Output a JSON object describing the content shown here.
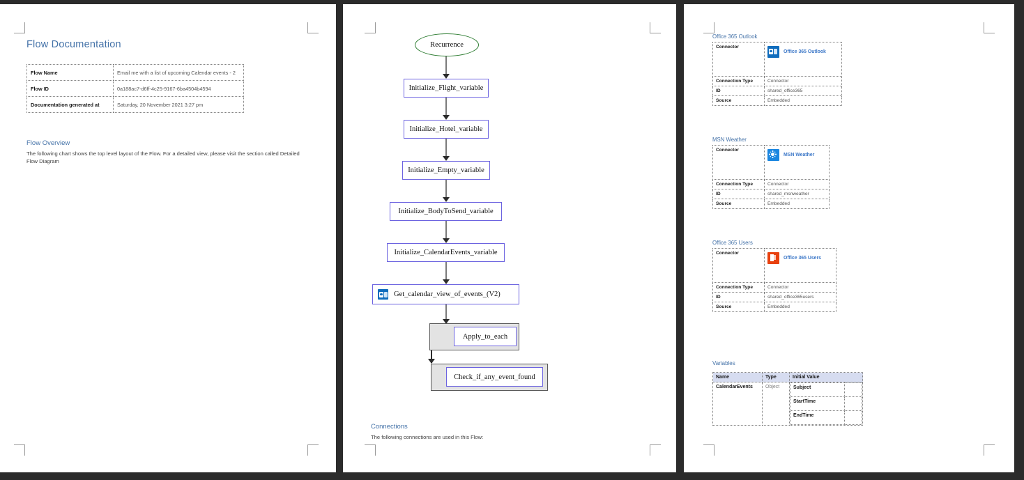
{
  "page1": {
    "title": "Flow Documentation",
    "info_table": [
      {
        "key": "Flow Name",
        "value": "Email me with a list of upcoming Calendar events - 2"
      },
      {
        "key": "Flow ID",
        "value": "0a188ac7-d6ff-4c25-9167-6ba4504b4594"
      },
      {
        "key": "Documentation generated at",
        "value": "Saturday, 20 November 2021 3:27 pm"
      }
    ],
    "overview_heading": "Flow Overview",
    "overview_text": "The following chart shows the top level layout of the Flow. For a detailed view, please visit the section called Detailed Flow Diagram"
  },
  "page2": {
    "flow_nodes": [
      {
        "label": "Recurrence",
        "shape": "oval",
        "color": "#2e7d32"
      },
      {
        "label": "Initialize_Flight_variable",
        "shape": "box"
      },
      {
        "label": "Initialize_Hotel_variable",
        "shape": "box"
      },
      {
        "label": "Initialize_Empty_variable",
        "shape": "box"
      },
      {
        "label": "Initialize_BodyToSend_variable",
        "shape": "box"
      },
      {
        "label": "Initialize_CalendarEvents_variable",
        "shape": "box"
      },
      {
        "label": "Get_calendar_view_of_events_(V2)",
        "shape": "box",
        "icon": "office-365-outlook-icon"
      },
      {
        "label": "Apply_to_each",
        "shape": "scope"
      },
      {
        "label": "Check_if_any_event_found",
        "shape": "scope"
      }
    ],
    "connections_heading": "Connections",
    "connections_text": "The following connections are used in this Flow:"
  },
  "page3": {
    "connections": [
      {
        "caption": "Office 365 Outlook",
        "logo_label": "Office 365 Outlook",
        "icon": "office-365-outlook-icon",
        "rows": [
          {
            "key": "Connector",
            "value": ""
          },
          {
            "key": "Connection Type",
            "value": "Connector"
          },
          {
            "key": "ID",
            "value": "shared_office365"
          },
          {
            "key": "Source",
            "value": "Embedded"
          }
        ]
      },
      {
        "caption": "MSN Weather",
        "logo_label": "MSN Weather",
        "icon": "msn-weather-icon",
        "rows": [
          {
            "key": "Connector",
            "value": ""
          },
          {
            "key": "Connection Type",
            "value": "Connector"
          },
          {
            "key": "ID",
            "value": "shared_msnweather"
          },
          {
            "key": "Source",
            "value": "Embedded"
          }
        ]
      },
      {
        "caption": "Office 365 Users",
        "logo_label": "Office 365 Users",
        "icon": "office-365-users-icon",
        "rows": [
          {
            "key": "Connector",
            "value": ""
          },
          {
            "key": "Connection Type",
            "value": "Connector"
          },
          {
            "key": "ID",
            "value": "shared_office365users"
          },
          {
            "key": "Source",
            "value": "Embedded"
          }
        ]
      }
    ],
    "variables_heading": "Variables",
    "variables_table": {
      "headers": [
        "Name",
        "Type",
        "Initial Value"
      ],
      "rows": [
        {
          "name": "CalendarEvents",
          "type": "Object",
          "initial_value": [
            "Subject",
            "StartTime",
            "EndTime"
          ]
        }
      ]
    }
  },
  "colors": {
    "heading_blue": "#4472a8",
    "node_border": "#6c63e0",
    "trigger_border": "#2e7d32",
    "scope_fill": "#e3e3e3",
    "link_blue": "#3d78c8",
    "table_header_fill": "#d6dcf0",
    "page_gap": "#2b2b2b"
  }
}
